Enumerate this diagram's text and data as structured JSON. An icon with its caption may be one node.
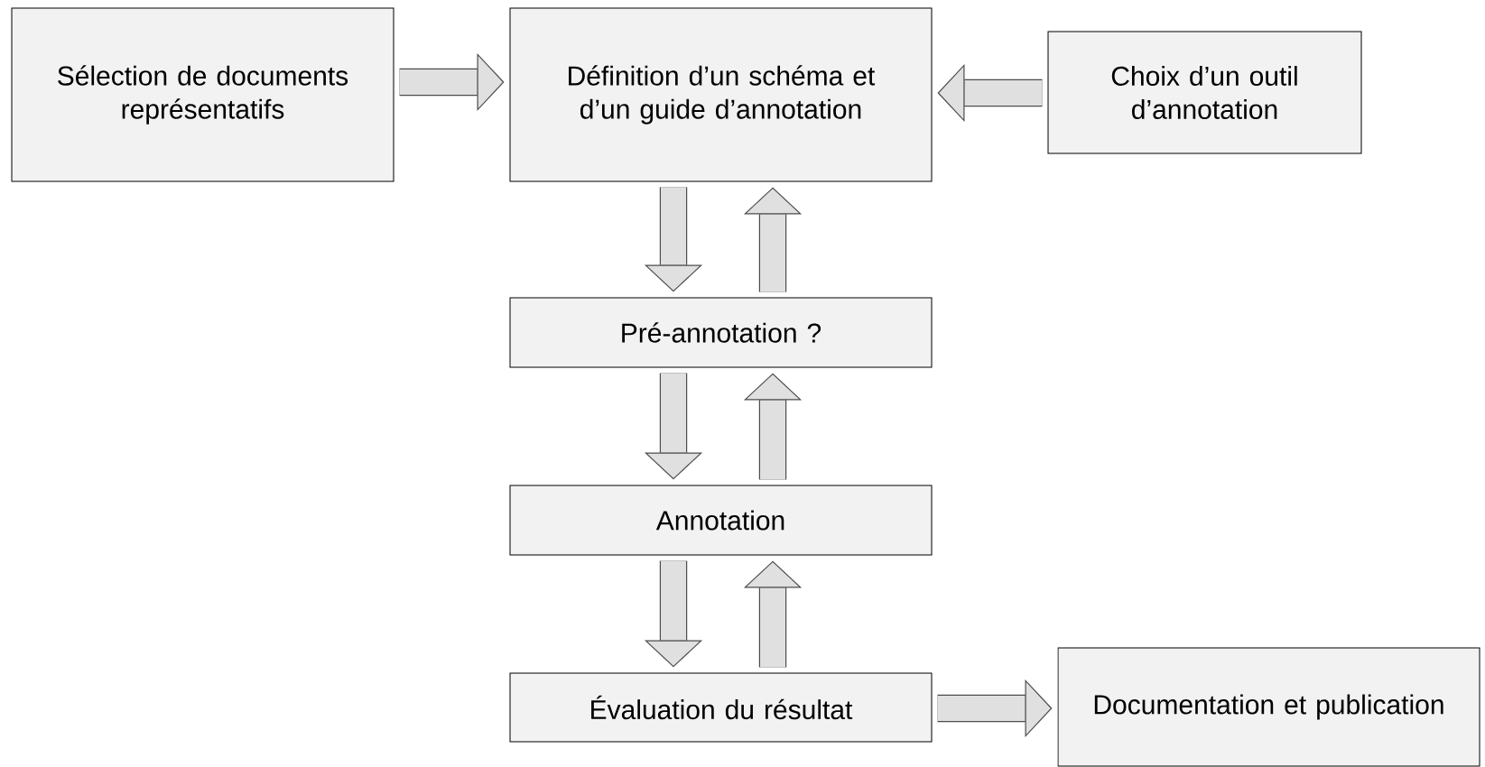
{
  "diagram": {
    "nodes": [
      {
        "text": [
          "Sélection de documents représentatifs"
        ]
      },
      {
        "text": [
          "Définition d’un schéma et d’un guide d’annotation"
        ]
      },
      {
        "text": [
          "Choix d’un outil d’annotation"
        ]
      },
      {
        "text": [
          "Pré-annotation ?"
        ]
      },
      {
        "text": [
          "Annotation"
        ]
      },
      {
        "text": [
          "Évaluation du résultat"
        ]
      },
      {
        "text": [
          "Documentation et publication"
        ]
      }
    ],
    "edges": [
      {
        "from": 0,
        "to": 1,
        "arrow": "to"
      },
      {
        "from": 2,
        "to": 1,
        "arrow": "to"
      },
      {
        "from": 1,
        "to": 3,
        "arrow": "to"
      },
      {
        "from": 3,
        "to": 1,
        "arrow": "to"
      },
      {
        "from": 3,
        "to": 4,
        "arrow": "to"
      },
      {
        "from": 4,
        "to": 3,
        "arrow": "to"
      },
      {
        "from": 4,
        "to": 5,
        "arrow": "to"
      },
      {
        "from": 5,
        "to": 4,
        "arrow": "to"
      },
      {
        "from": 5,
        "to": 6,
        "arrow": "to"
      }
    ]
  }
}
